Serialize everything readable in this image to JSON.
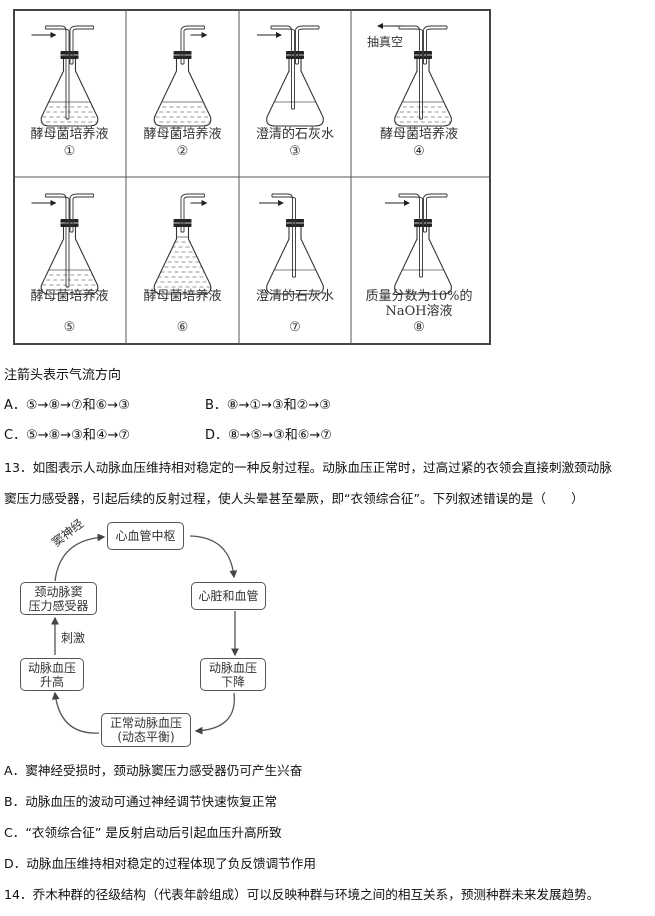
{
  "figure": {
    "cells": [
      {
        "label": "酵母菌培养液",
        "label2": "",
        "number": "①",
        "arrow": "in",
        "arrow_text": "",
        "liquid": "yeast",
        "fill": "low"
      },
      {
        "label": "酵母菌培养液",
        "label2": "",
        "number": "②",
        "arrow": "out",
        "arrow_text": "",
        "liquid": "yeast",
        "fill": "low"
      },
      {
        "label": "澄清的石灰水",
        "label2": "",
        "number": "③",
        "arrow": "in",
        "arrow_text": "",
        "liquid": "clear",
        "fill": "low"
      },
      {
        "label": "酵母菌培养液",
        "label2": "",
        "number": "④",
        "arrow": "vacuum",
        "arrow_text": "抽真空",
        "liquid": "yeast",
        "fill": "low"
      },
      {
        "label": "酵母菌培养液",
        "label2": "",
        "number": "⑤",
        "arrow": "in",
        "arrow_text": "",
        "liquid": "yeast",
        "fill": "low"
      },
      {
        "label": "酵母菌培养液",
        "label2": "",
        "number": "⑥",
        "arrow": "out",
        "arrow_text": "",
        "liquid": "yeast",
        "fill": "full"
      },
      {
        "label": "澄清的石灰水",
        "label2": "",
        "number": "⑦",
        "arrow": "in-single",
        "arrow_text": "",
        "liquid": "clear",
        "fill": "low"
      },
      {
        "label": "质量分数为10%的",
        "label2": "NaOH溶液",
        "number": "⑧",
        "arrow": "in",
        "arrow_text": "",
        "liquid": "clear",
        "fill": "low"
      }
    ]
  },
  "note": "注箭头表示气流方向",
  "q12_options": [
    {
      "letter": "A．",
      "text": "⑤→⑧→⑦和⑥→③"
    },
    {
      "letter": "B．",
      "text": "⑧→①→③和②→③"
    },
    {
      "letter": "C．",
      "text": "⑤→⑧→③和④→⑦"
    },
    {
      "letter": "D．",
      "text": "⑧→⑤→③和⑥→⑦"
    }
  ],
  "q13": {
    "number": "13．",
    "line1": "如图表示人动脉血压维持相对稳定的一种反射过程。动脉血压正常时，过高过紧的衣领会直接刺激颈动脉",
    "line2": "窦压力感受器，引起后续的反射过程，使人头晕甚至晕厥，即“衣领综合征”。下列叙述错误的是（　　）",
    "diagram": {
      "center": "心血管中枢",
      "heart": "心脏和血管",
      "drop_l1": "动脉血压",
      "drop_l2": "下降",
      "normal_l1": "正常动脉血压",
      "normal_l2": "(动态平衡)",
      "rise_l1": "动脉血压",
      "rise_l2": "升高",
      "receptor_l1": "颈动脉窦",
      "receptor_l2": "压力感受器",
      "nerve_label": "窦神经",
      "stim_label": "刺激"
    },
    "options": [
      {
        "letter": "A．",
        "text": "窦神经受损时，颈动脉窦压力感受器仍可产生兴奋"
      },
      {
        "letter": "B．",
        "text": "动脉血压的波动可通过神经调节快速恢复正常"
      },
      {
        "letter": "C．",
        "text": "“衣领综合征” 是反射启动后引起血压升高所致"
      },
      {
        "letter": "D．",
        "text": "动脉血压维持相对稳定的过程体现了负反馈调节作用"
      }
    ]
  },
  "q14": {
    "number": "14．",
    "text": "乔木种群的径级结构（代表年龄组成）可以反映种群与环境之间的相互关系，预测种群未来发展趋势。"
  }
}
